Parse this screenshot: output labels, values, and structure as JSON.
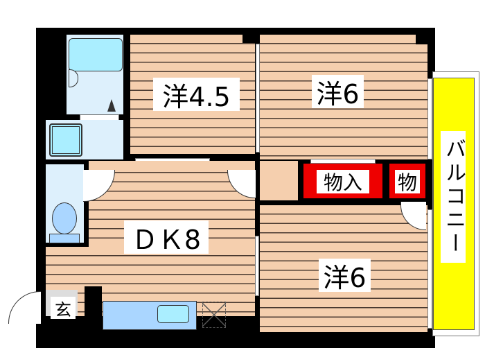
{
  "floorplan": {
    "rooms": {
      "western_4_5": {
        "label": "洋4.5"
      },
      "western_6_top": {
        "label": "洋6"
      },
      "western_6_bottom": {
        "label": "洋6"
      },
      "dining_kitchen": {
        "label": "ＤＫ8"
      },
      "closet_large": {
        "label": "物入"
      },
      "closet_small": {
        "label": "物"
      },
      "entrance": {
        "label": "玄"
      },
      "balcony": {
        "label": "バルコニー"
      }
    },
    "colors": {
      "floor": "#f5cfae",
      "wall": "#000000",
      "wet_area": "#ddf0fc",
      "fixture": "#aaeeff",
      "closet": "#ee0000",
      "balcony": "#ffff00"
    }
  }
}
